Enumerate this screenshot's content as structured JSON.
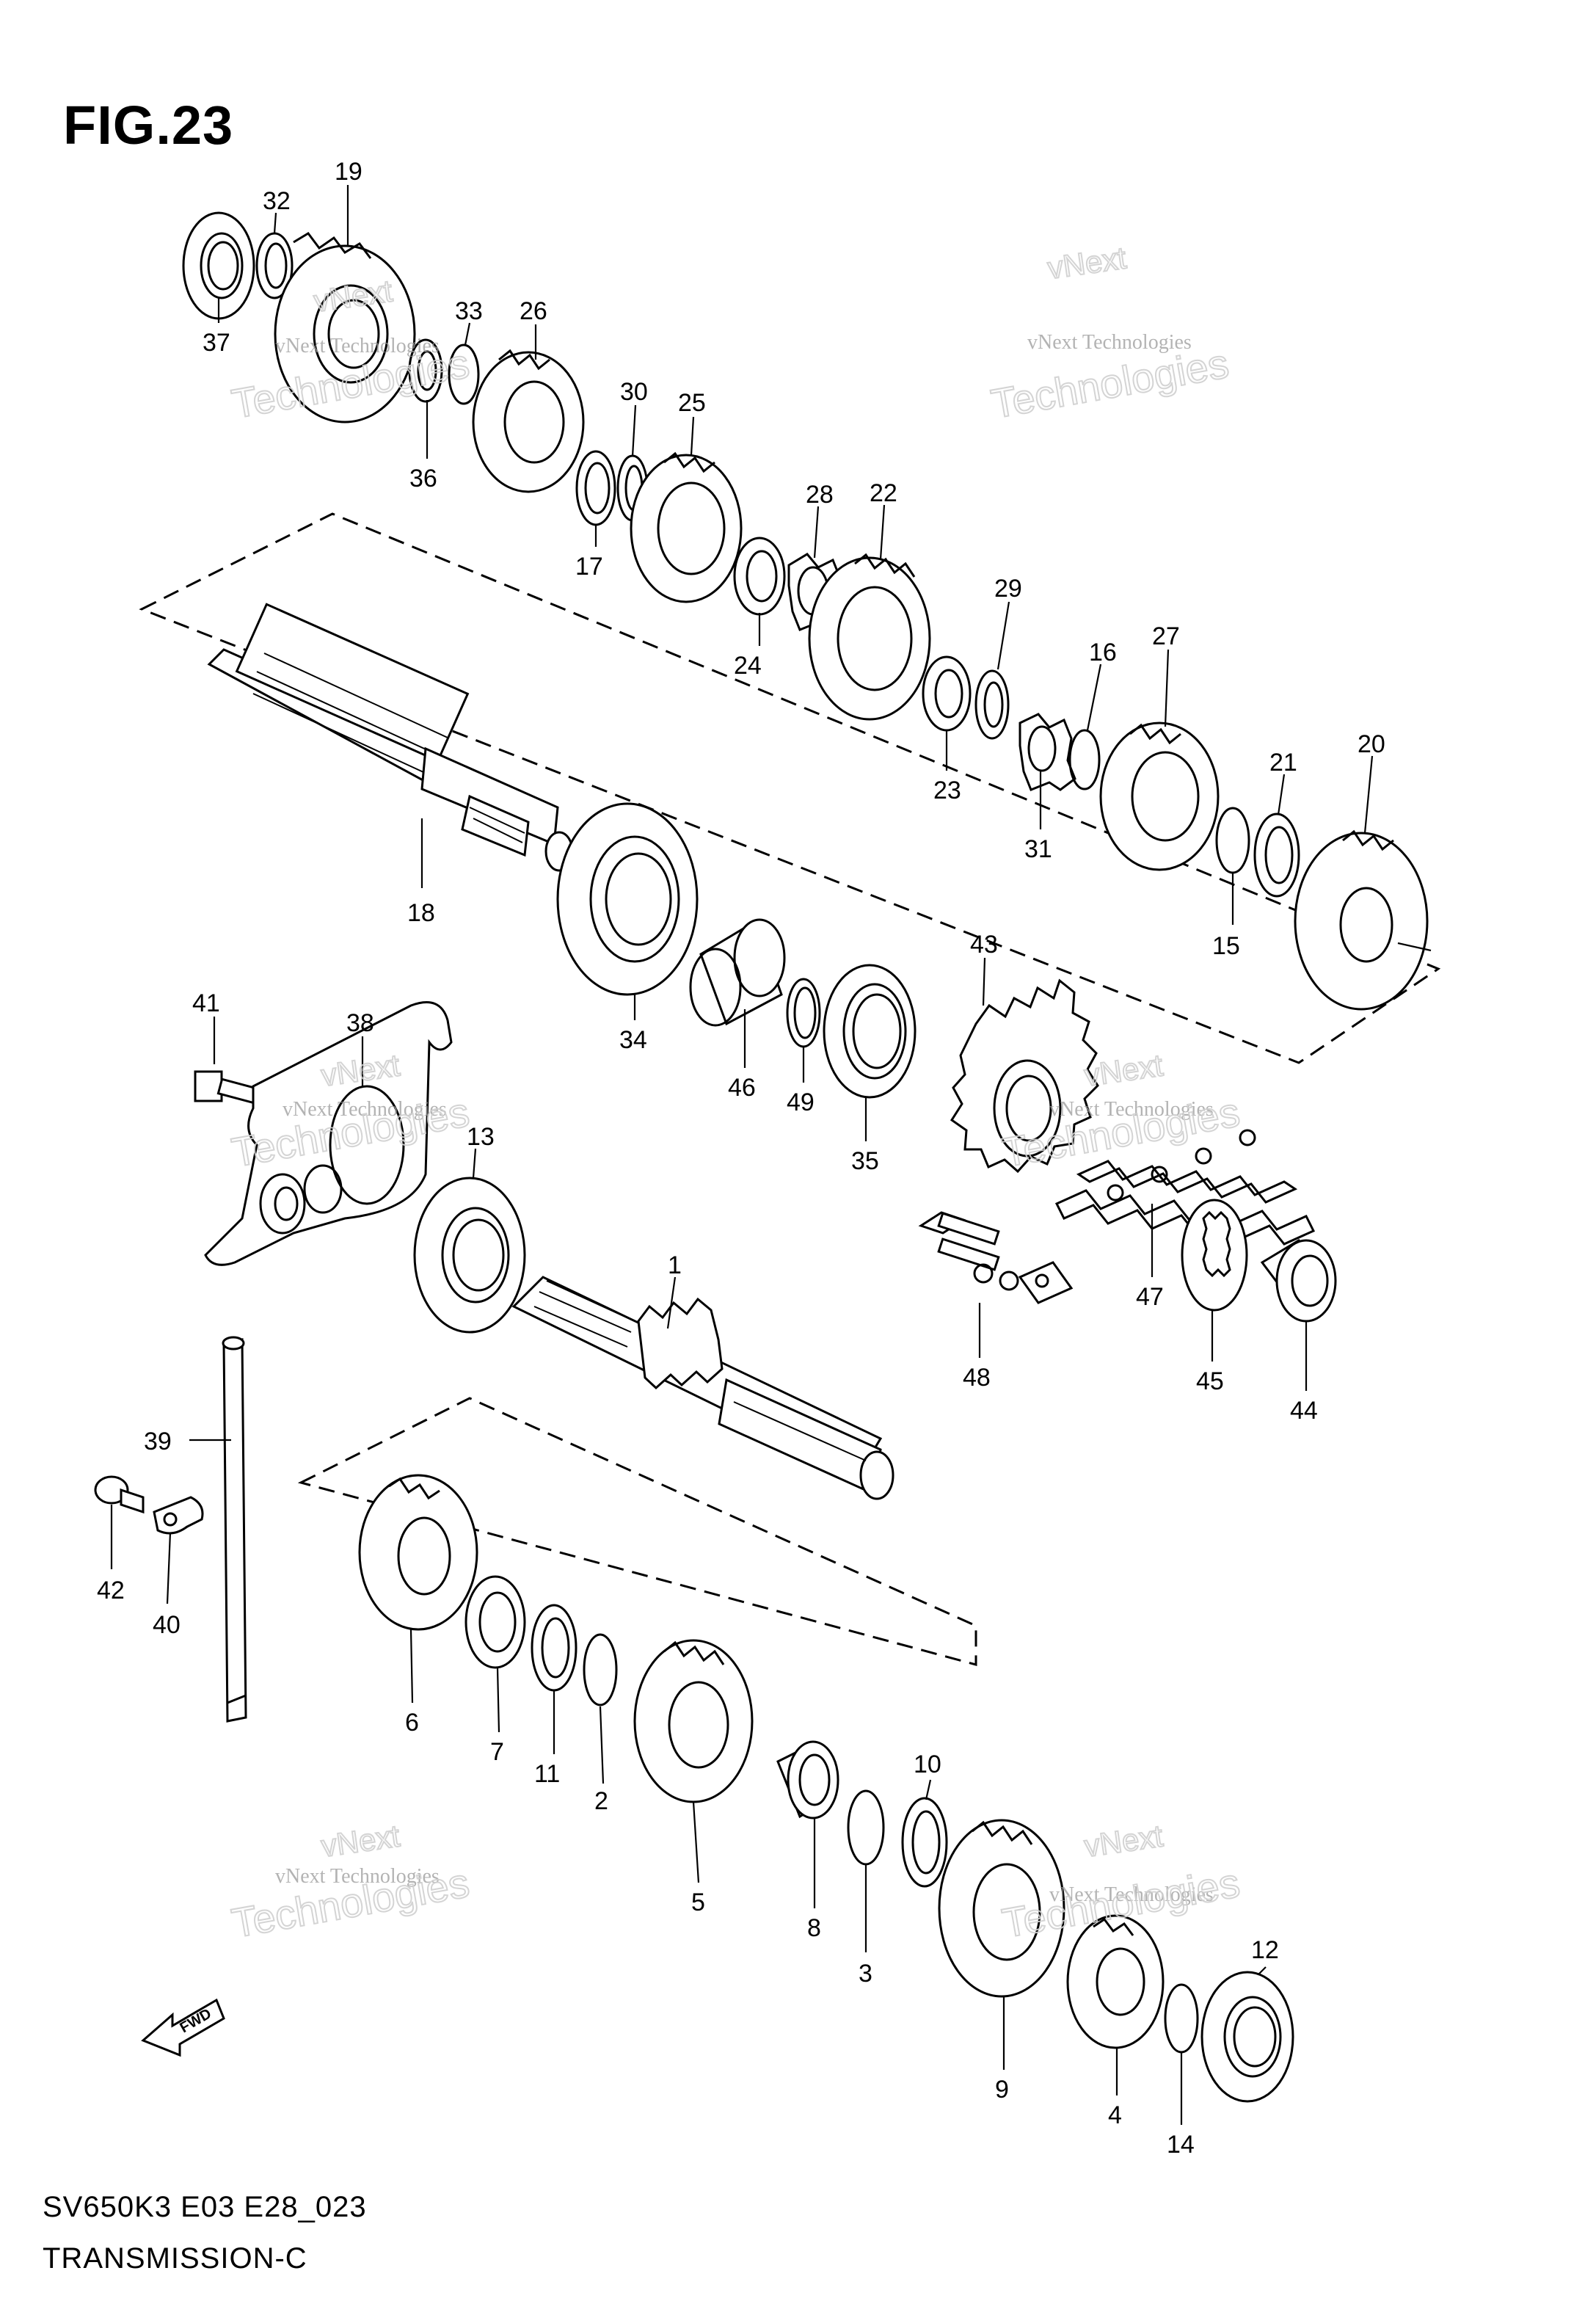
{
  "figure": {
    "title": "FIG.23",
    "model_code": "SV650K3 E03 E28_023",
    "section_name": "TRANSMISSION-C"
  },
  "watermark": {
    "line1": "vNext Technologies",
    "big_top": "vNext",
    "big_bottom": "Technologies"
  },
  "arrow_label": "FWD",
  "parts": [
    "1",
    "2",
    "3",
    "4",
    "5",
    "6",
    "7",
    "8",
    "9",
    "10",
    "11",
    "12",
    "13",
    "14",
    "15",
    "16",
    "17",
    "18",
    "19",
    "20",
    "21",
    "22",
    "23",
    "24",
    "25",
    "26",
    "27",
    "28",
    "29",
    "30",
    "31",
    "32",
    "33",
    "34",
    "35",
    "36",
    "37",
    "38",
    "39",
    "40",
    "41",
    "42",
    "43",
    "44",
    "45",
    "46",
    "47",
    "48",
    "49"
  ]
}
